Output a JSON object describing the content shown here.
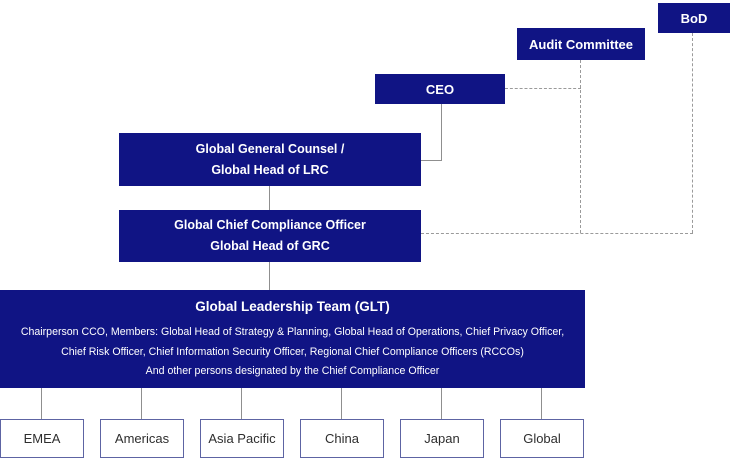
{
  "colors": {
    "navy": "#101484",
    "region_border": "#5d64a3",
    "region_text": "#2e2e2e",
    "line": "#8f8f8f",
    "dash": "#9a9a9a",
    "white": "#ffffff"
  },
  "nodes": {
    "bod": {
      "label": "BoD"
    },
    "audit_committee": {
      "label": "Audit Committee"
    },
    "ceo": {
      "label": "CEO"
    },
    "general_counsel": {
      "line1": "Global General Counsel /",
      "line2": "Global Head of LRC"
    },
    "chief_compliance_officer": {
      "line1": "Global Chief Compliance Officer",
      "line2": "Global Head of GRC"
    },
    "glt": {
      "title": "Global Leadership Team (GLT)",
      "body1": "Chairperson CCO, Members: Global Head of Strategy & Planning, Global Head of Operations, Chief Privacy Officer,",
      "body2": "Chief Risk Officer, Chief Information Security Officer, Regional Chief Compliance Officers (RCCOs)",
      "body3": "And other persons designated by the Chief Compliance Officer"
    },
    "regions": [
      {
        "label": "EMEA"
      },
      {
        "label": "Americas"
      },
      {
        "label": "Asia Pacific"
      },
      {
        "label": "China"
      },
      {
        "label": "Japan"
      },
      {
        "label": "Global"
      }
    ]
  }
}
